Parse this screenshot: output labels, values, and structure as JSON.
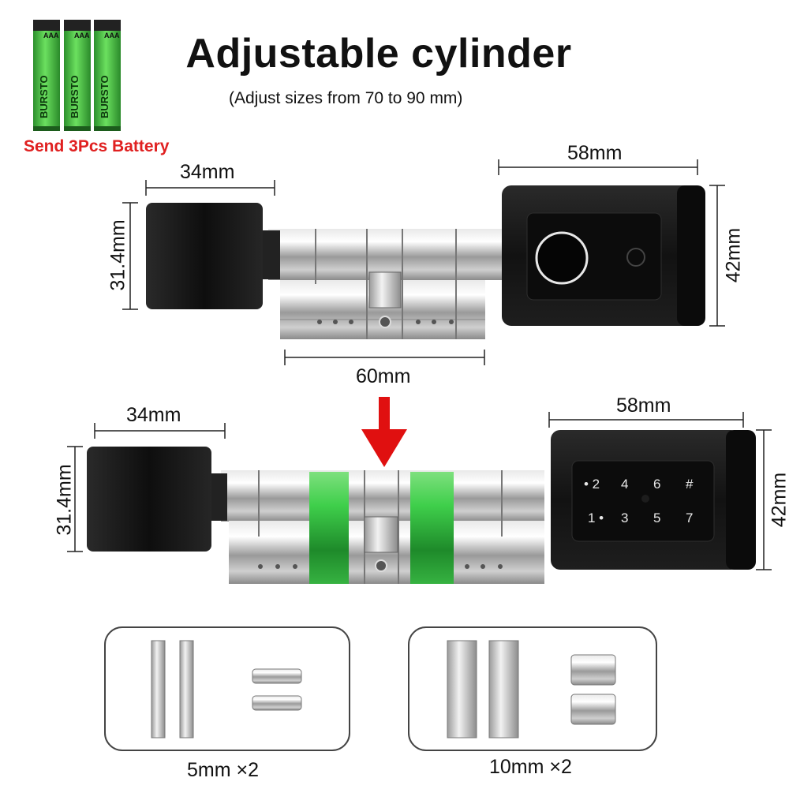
{
  "header": {
    "title": "Adjustable cylinder",
    "subtitle": "(Adjust sizes from 70 to 90 mm)",
    "battery_note": "Send 3Pcs Battery",
    "battery_brand": "BURSTO",
    "battery_type": "AAA"
  },
  "lock_top": {
    "knob_width": "34mm",
    "knob_height": "31.4mm",
    "body_length": "60mm",
    "reader_width": "58mm",
    "reader_height": "42mm"
  },
  "lock_bottom": {
    "knob_width": "34mm",
    "knob_height": "31.4mm",
    "reader_width": "58mm",
    "reader_height": "42mm",
    "keypad_keys": [
      "• 2",
      "4",
      "6",
      "#",
      "1 •",
      "3",
      "5",
      "7"
    ]
  },
  "extensions": [
    {
      "label": "5mm ×2"
    },
    {
      "label": "10mm ×2"
    }
  ],
  "colors": {
    "title_text": "#111111",
    "battery_note": "#e02020",
    "arrow": "#e01010",
    "extension_green": "#27b33a",
    "lock_black": "#161616",
    "battery_green": "#4cc64a"
  }
}
